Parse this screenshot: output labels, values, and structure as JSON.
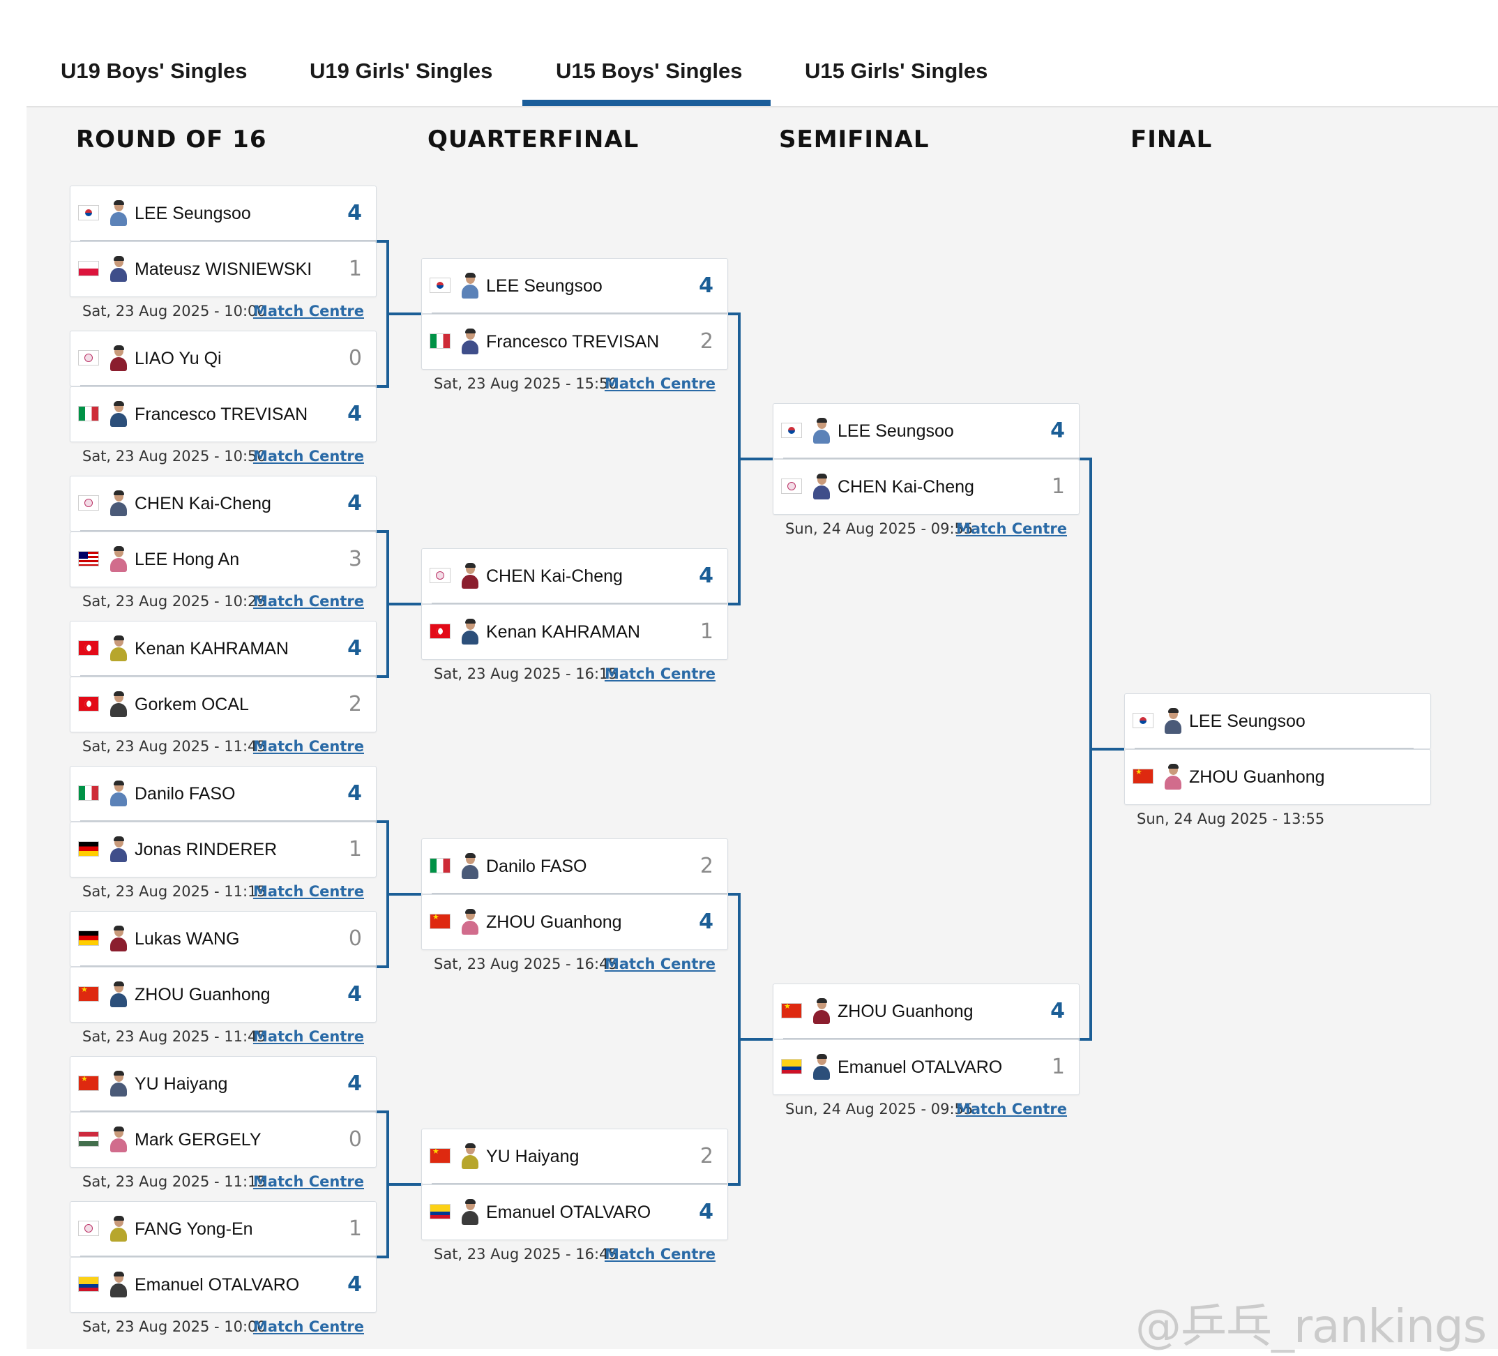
{
  "tabs": [
    {
      "label": "U19 Boys' Singles",
      "active": false
    },
    {
      "label": "U19 Girls' Singles",
      "active": false
    },
    {
      "label": "U15 Boys' Singles",
      "active": true
    },
    {
      "label": "U15 Girls' Singles",
      "active": false
    }
  ],
  "rounds": [
    "ROUND OF 16",
    "QUARTERFINAL",
    "SEMIFINAL",
    "FINAL"
  ],
  "link_label": "Match Centre",
  "watermark": "@乒乓_rankings",
  "colors": {
    "accent": "#1b5e96",
    "panel_bg": "#f4f4f4",
    "score_loss": "#8a8a8a"
  },
  "matches": [
    {
      "round": 0,
      "date": "Sat, 23 Aug 2025 - 10:00",
      "has_link": true,
      "players": [
        {
          "flag": "kr",
          "name": "LEE Seungsoo",
          "score": "4",
          "winner": true
        },
        {
          "flag": "pl",
          "name": "Mateusz WISNIEWSKI",
          "score": "1",
          "winner": false
        }
      ]
    },
    {
      "round": 0,
      "date": "Sat, 23 Aug 2025 - 10:50",
      "has_link": true,
      "players": [
        {
          "flag": "tpe",
          "name": "LIAO Yu Qi",
          "score": "0",
          "winner": false
        },
        {
          "flag": "it",
          "name": "Francesco TREVISAN",
          "score": "4",
          "winner": true
        }
      ]
    },
    {
      "round": 0,
      "date": "Sat, 23 Aug 2025 - 10:25",
      "has_link": true,
      "players": [
        {
          "flag": "tpe",
          "name": "CHEN Kai-Cheng",
          "score": "4",
          "winner": true
        },
        {
          "flag": "my",
          "name": "LEE Hong An",
          "score": "3",
          "winner": false
        }
      ]
    },
    {
      "round": 0,
      "date": "Sat, 23 Aug 2025 - 11:45",
      "has_link": true,
      "players": [
        {
          "flag": "tr",
          "name": "Kenan KAHRAMAN",
          "score": "4",
          "winner": true
        },
        {
          "flag": "tr",
          "name": "Gorkem OCAL",
          "score": "2",
          "winner": false
        }
      ]
    },
    {
      "round": 0,
      "date": "Sat, 23 Aug 2025 - 11:15",
      "has_link": true,
      "players": [
        {
          "flag": "it",
          "name": "Danilo FASO",
          "score": "4",
          "winner": true
        },
        {
          "flag": "de",
          "name": "Jonas RINDERER",
          "score": "1",
          "winner": false
        }
      ]
    },
    {
      "round": 0,
      "date": "Sat, 23 Aug 2025 - 11:45",
      "has_link": true,
      "players": [
        {
          "flag": "de",
          "name": "Lukas WANG",
          "score": "0",
          "winner": false
        },
        {
          "flag": "cn",
          "name": "ZHOU Guanhong",
          "score": "4",
          "winner": true
        }
      ]
    },
    {
      "round": 0,
      "date": "Sat, 23 Aug 2025 - 11:15",
      "has_link": true,
      "players": [
        {
          "flag": "cn",
          "name": "YU Haiyang",
          "score": "4",
          "winner": true
        },
        {
          "flag": "hu",
          "name": "Mark GERGELY",
          "score": "0",
          "winner": false
        }
      ]
    },
    {
      "round": 0,
      "date": "Sat, 23 Aug 2025 - 10:00",
      "has_link": true,
      "players": [
        {
          "flag": "tpe",
          "name": "FANG Yong-En",
          "score": "1",
          "winner": false
        },
        {
          "flag": "co",
          "name": "Emanuel OTALVARO",
          "score": "4",
          "winner": true
        }
      ]
    },
    {
      "round": 1,
      "date": "Sat, 23 Aug 2025 - 15:50",
      "has_link": true,
      "players": [
        {
          "flag": "kr",
          "name": "LEE Seungsoo",
          "score": "4",
          "winner": true
        },
        {
          "flag": "it",
          "name": "Francesco TREVISAN",
          "score": "2",
          "winner": false
        }
      ]
    },
    {
      "round": 1,
      "date": "Sat, 23 Aug 2025 - 16:15",
      "has_link": true,
      "players": [
        {
          "flag": "tpe",
          "name": "CHEN Kai-Cheng",
          "score": "4",
          "winner": true
        },
        {
          "flag": "tr",
          "name": "Kenan KAHRAMAN",
          "score": "1",
          "winner": false
        }
      ]
    },
    {
      "round": 1,
      "date": "Sat, 23 Aug 2025 - 16:45",
      "has_link": true,
      "players": [
        {
          "flag": "it",
          "name": "Danilo FASO",
          "score": "2",
          "winner": false
        },
        {
          "flag": "cn",
          "name": "ZHOU Guanhong",
          "score": "4",
          "winner": true
        }
      ]
    },
    {
      "round": 1,
      "date": "Sat, 23 Aug 2025 - 16:45",
      "has_link": true,
      "players": [
        {
          "flag": "cn",
          "name": "YU Haiyang",
          "score": "2",
          "winner": false
        },
        {
          "flag": "co",
          "name": "Emanuel OTALVARO",
          "score": "4",
          "winner": true
        }
      ]
    },
    {
      "round": 2,
      "date": "Sun, 24 Aug 2025 - 09:55",
      "has_link": true,
      "players": [
        {
          "flag": "kr",
          "name": "LEE Seungsoo",
          "score": "4",
          "winner": true
        },
        {
          "flag": "tpe",
          "name": "CHEN Kai-Cheng",
          "score": "1",
          "winner": false
        }
      ]
    },
    {
      "round": 2,
      "date": "Sun, 24 Aug 2025 - 09:55",
      "has_link": true,
      "players": [
        {
          "flag": "cn",
          "name": "ZHOU Guanhong",
          "score": "4",
          "winner": true
        },
        {
          "flag": "co",
          "name": "Emanuel OTALVARO",
          "score": "1",
          "winner": false
        }
      ]
    },
    {
      "round": 3,
      "date": "Sun, 24 Aug 2025 - 13:55",
      "has_link": false,
      "players": [
        {
          "flag": "kr",
          "name": "LEE Seungsoo",
          "score": "",
          "winner": false
        },
        {
          "flag": "cn",
          "name": "ZHOU Guanhong",
          "score": "",
          "winner": false
        }
      ]
    }
  ]
}
